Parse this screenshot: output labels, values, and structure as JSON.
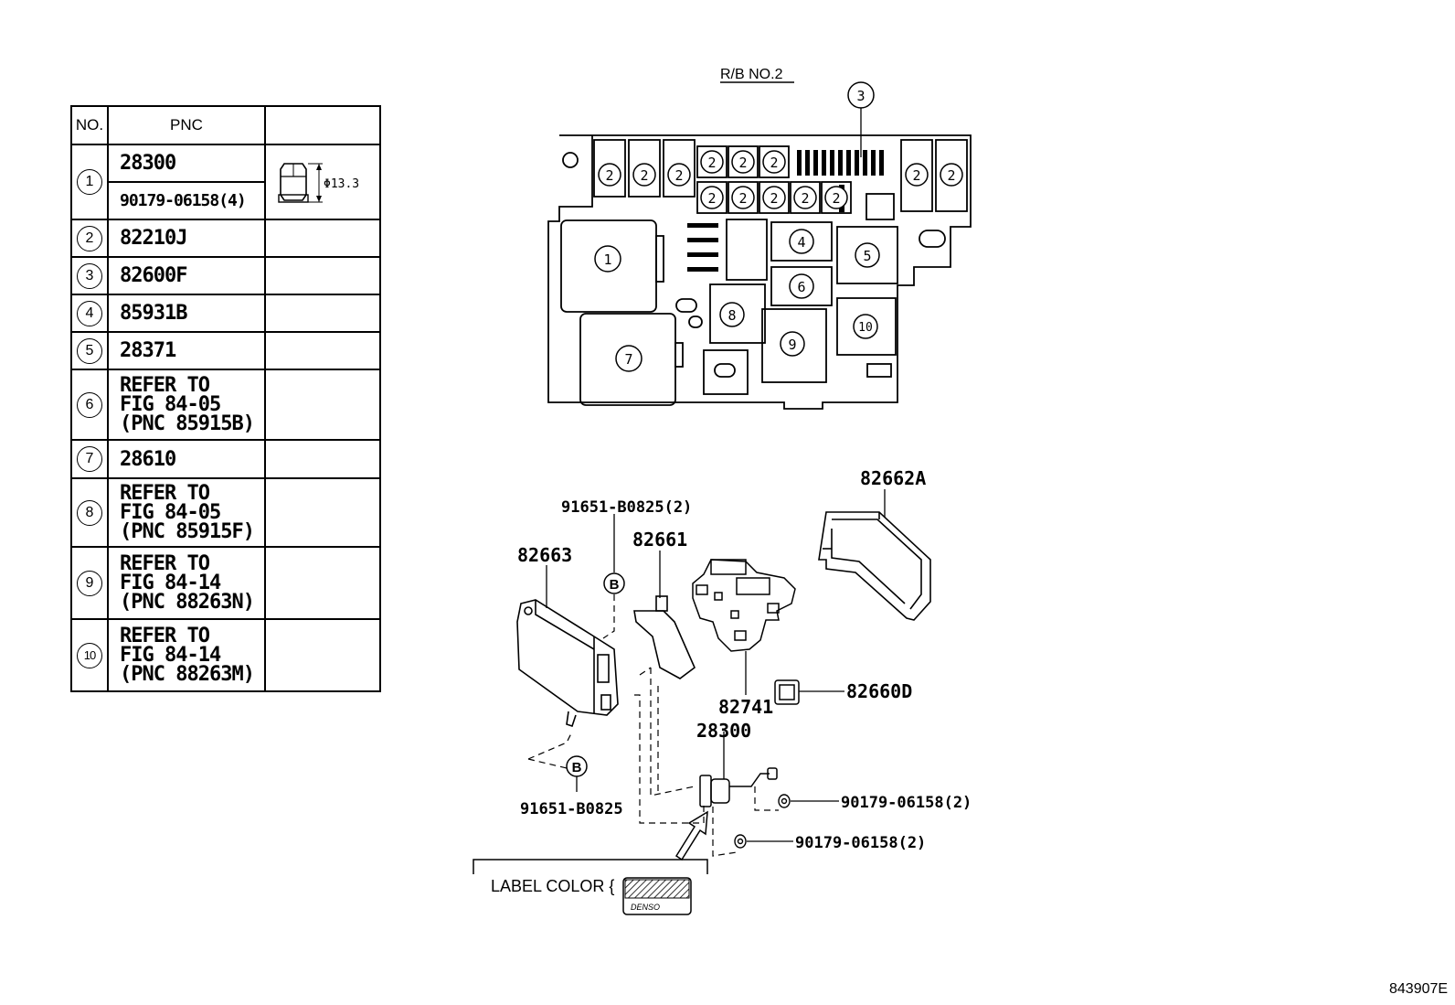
{
  "table": {
    "headers": {
      "no": "NO.",
      "pnc": "PNC",
      "extra": ""
    },
    "rows": [
      {
        "no": "1",
        "lines": [
          "28300",
          "90179-06158(4)"
        ],
        "nut_dim": "Φ13.3"
      },
      {
        "no": "2",
        "lines": [
          "82210J"
        ]
      },
      {
        "no": "3",
        "lines": [
          "82600F"
        ]
      },
      {
        "no": "4",
        "lines": [
          "85931B"
        ]
      },
      {
        "no": "5",
        "lines": [
          "28371"
        ]
      },
      {
        "no": "6",
        "refer": [
          "REFER TO",
          "FIG 84-05",
          "(PNC 85915B)"
        ]
      },
      {
        "no": "7",
        "lines": [
          "28610"
        ]
      },
      {
        "no": "8",
        "refer": [
          "REFER TO",
          "FIG 84-05",
          "(PNC 85915F)"
        ]
      },
      {
        "no": "9",
        "refer": [
          "REFER TO",
          "FIG 84-14",
          "(PNC 88263N)"
        ]
      },
      {
        "no": "10",
        "refer": [
          "REFER TO",
          "FIG 84-14",
          "(PNC 88263M)"
        ]
      }
    ]
  },
  "relay_block": {
    "title": "R/B NO.2",
    "callouts": [
      "1",
      "2",
      "3",
      "4",
      "5",
      "6",
      "7",
      "8",
      "9",
      "10"
    ]
  },
  "parts": {
    "p82662A": "82662A",
    "p91651_top": "91651-B0825(2)",
    "p82661": "82661",
    "p82663": "82663",
    "p82741": "82741",
    "p82660D": "82660D",
    "p28300": "28300",
    "p91651_bot": "91651-B0825",
    "p90179_a": "90179-06158(2)",
    "p90179_b": "90179-06158(2)",
    "clip_mark": "B"
  },
  "label_color": {
    "text": "LABEL COLOR {",
    "brand": "DENSO"
  },
  "figure_id": "843907E"
}
